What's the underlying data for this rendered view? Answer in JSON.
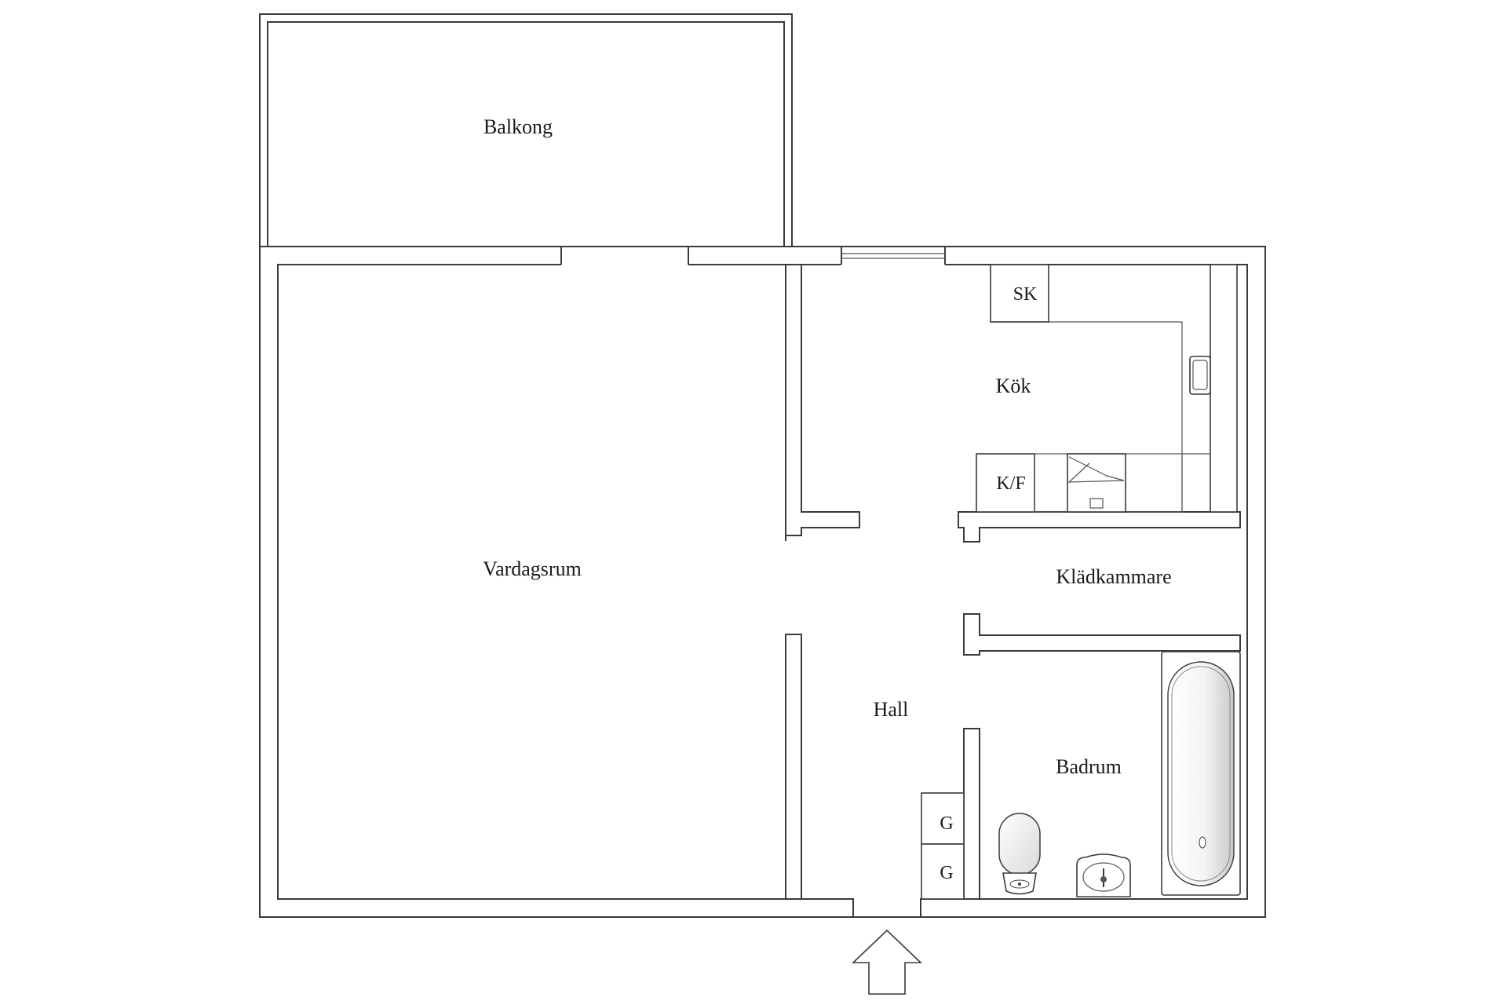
{
  "rooms": {
    "balcony": "Balkong",
    "living_room": "Vardagsrum",
    "kitchen": "Kök",
    "hall": "Hall",
    "walk_in_closet": "Klädkammare",
    "bathroom": "Badrum"
  },
  "fixtures": {
    "broom_closet": "SK",
    "fridge_freezer": "K/F",
    "wardrobe_1": "G",
    "wardrobe_2": "G"
  }
}
